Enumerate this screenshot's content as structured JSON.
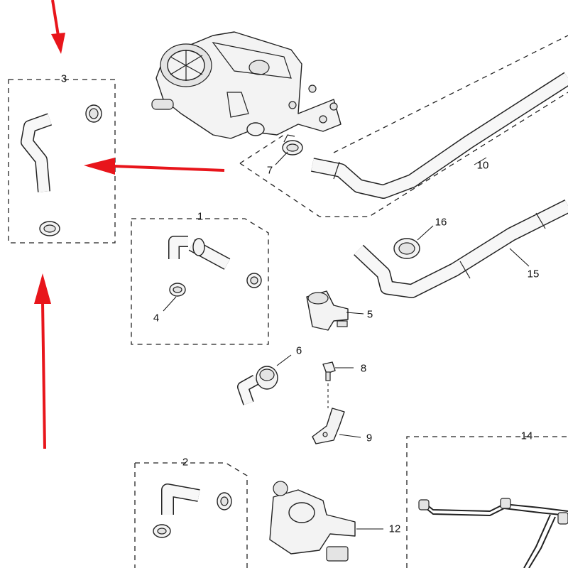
{
  "callouts": {
    "c1": "1",
    "c2": "2",
    "c3": "3",
    "c4": "4",
    "c5": "5",
    "c6": "6",
    "c7": "7",
    "c8": "8",
    "c9": "9",
    "c10": "10",
    "c12": "12",
    "c14": "14",
    "c15": "15",
    "c16": "16"
  },
  "colors": {
    "arrow": "#e8151b",
    "ink": "#222222",
    "part_fill": "#f3f3f3"
  }
}
